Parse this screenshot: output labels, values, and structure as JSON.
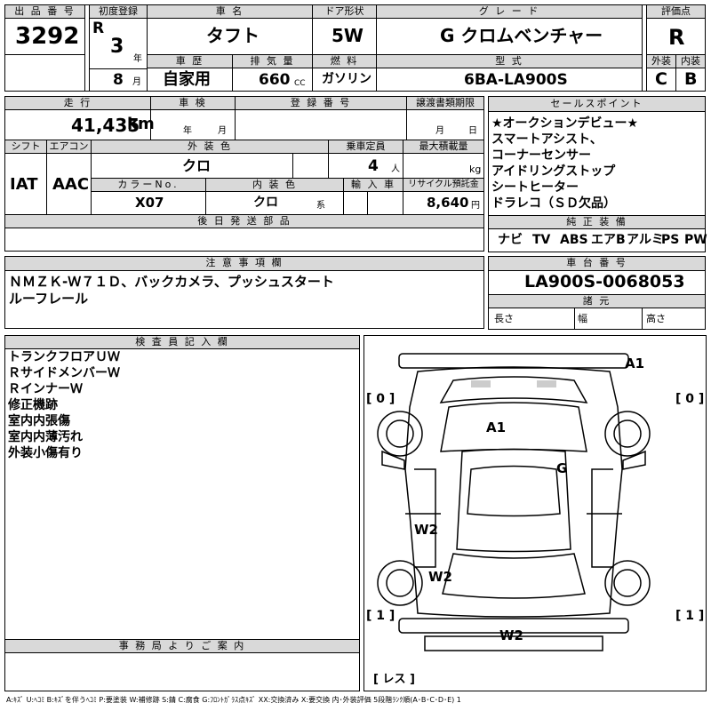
{
  "header": {
    "lot_label": "出 品 番 号",
    "lot_number": "3292",
    "first_reg_label": "初度登録",
    "era": "R",
    "year": "3",
    "year_unit": "年",
    "month": "8",
    "month_unit": "月",
    "car_name_label": "車 名",
    "car_name": "タフト",
    "door_label": "ドア形状",
    "door": "5W",
    "grade_label": "グ レ ー ド",
    "grade": "G クロムベンチャー",
    "score_label": "評価点",
    "score": "R",
    "history_label": "車 歴",
    "history": "自家用",
    "displacement_label": "排 気 量",
    "displacement": "660",
    "displacement_unit": "CC",
    "fuel_label": "燃 料",
    "fuel": "ガソリン",
    "model_label": "型 式",
    "model": "6BA-LA900S",
    "exterior_label": "外装",
    "exterior": "C",
    "interior_label": "内装",
    "interior": "B"
  },
  "specs": {
    "mileage_label": "走 行",
    "mileage": "41,435",
    "mileage_unit": "km",
    "inspection_label": "車 検",
    "inspection_year_unit": "年",
    "inspection_month_unit": "月",
    "registration_label": "登 録 番 号",
    "transfer_label": "譲渡書類期限",
    "transfer_month_unit": "月",
    "transfer_day_unit": "日",
    "shift_label": "シフト",
    "shift": "IAT",
    "ac_label": "エアコン",
    "ac": "AAC",
    "color_label": "外 装 色",
    "color": "クロ",
    "capacity_label": "乗車定員",
    "capacity": "4",
    "capacity_unit": "人",
    "load_label": "最大積載量",
    "load_unit": "kg",
    "color_no_label": "カラーNo.",
    "color_no": "X07",
    "interior_color_label": "内 装 色",
    "interior_color": "クロ",
    "interior_color_unit": "系",
    "import_label": "輸 入 車",
    "recycle_label": "リサイクル預託金",
    "recycle": "8,640",
    "recycle_unit": "円",
    "later_parts_label": "後 日 発 送 部 品"
  },
  "sales_points": {
    "label": "セールスポイント",
    "lines": [
      "★オークションデビュー★",
      "スマートアシスト、",
      "コーナーセンサー",
      "アイドリングストップ",
      "シートヒーター",
      "ドラレコ（ＳＤ欠品）"
    ]
  },
  "equipment": {
    "label": "純 正 装 備",
    "items": [
      "ナビ",
      "TV",
      "ABS",
      "エアB",
      "アルミ",
      "PS",
      "PW"
    ]
  },
  "notes": {
    "label": "注 意 事 項 欄",
    "lines": [
      "ＮＭＺＫ-Ｗ７１Ｄ、バックカメラ、プッシュスタート",
      "ルーフレール"
    ]
  },
  "chassis": {
    "label": "車 台 番 号",
    "number": "LA900S-0068053",
    "specs_label": "諸 元",
    "length_label": "長さ",
    "width_label": "幅",
    "height_label": "高さ"
  },
  "inspector": {
    "label": "検 査 員 記 入 欄",
    "lines": [
      "トランクフロアＵＷ",
      "ＲサイドメンバーＷ",
      "ＲインナーＷ",
      "修正機跡",
      "室内内張傷",
      "室内内薄汚れ",
      "外装小傷有り"
    ]
  },
  "office": {
    "label": "事 務 局 よ り ご 案 内"
  },
  "diagram": {
    "marks": [
      "A1",
      "A1",
      "G",
      "W2",
      "W2",
      "W2"
    ],
    "tires": [
      "[ 0 ]",
      "[ 0 ]",
      "[ 1 ]",
      "[ 1 ]"
    ],
    "spare": "[ レス ]"
  },
  "legend": "A:ｷｽﾞ U:ﾍｺﾐ B:ｷｽﾞを伴うﾍｺﾐ P:要塗装 W:補修跡 S:錆 C:腐食 G:ﾌﾛﾝﾄｶﾞﾗｽ点ｷｽﾞ XX:交換済み X:要交換 内･外装評価 5段階ﾗﾝｸ順(A･B･C･D･E) 1"
}
